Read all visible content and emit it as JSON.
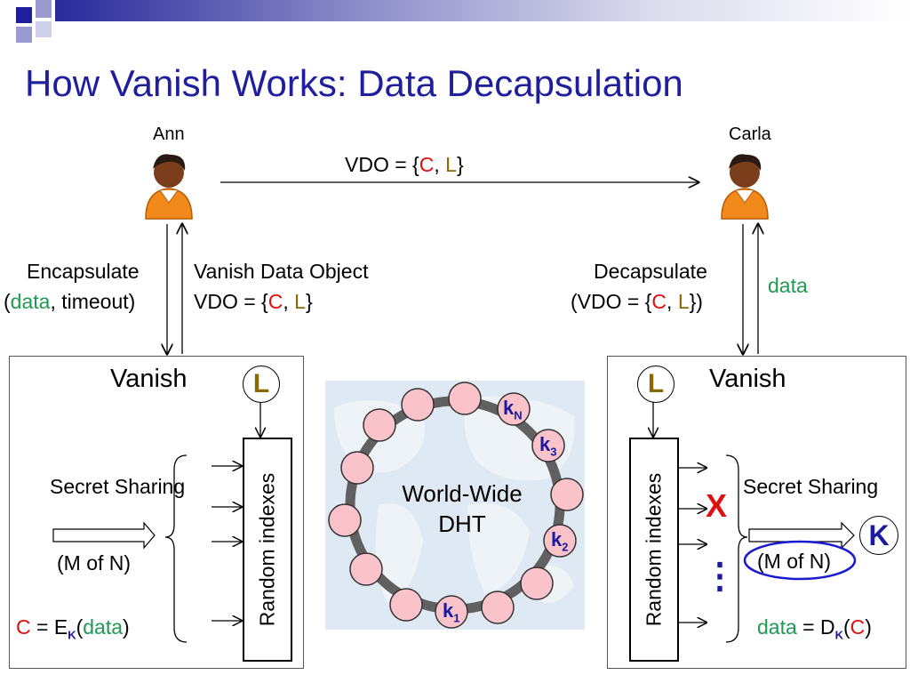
{
  "title": "How Vanish Works: Data Decapsulation",
  "people": {
    "left": "Ann",
    "right": "Carla"
  },
  "vdo_top": {
    "prefix": "VDO = {",
    "c": "C",
    "sep": ", ",
    "l": "L",
    "suffix": "}"
  },
  "left_labels": {
    "encapsulate": "Encapsulate",
    "paren_open": "(",
    "data": "data",
    "rest": ", timeout)",
    "vdo_title": "Vanish Data Object",
    "vdo_prefix": "VDO = {",
    "vdo_c": "C",
    "vdo_sep": ", ",
    "vdo_l": "L",
    "vdo_suffix": "}"
  },
  "right_labels": {
    "decapsulate": "Decapsulate",
    "prefix": "(VDO = {",
    "c": "C",
    "sep": ", ",
    "l": "L",
    "suffix": "})",
    "data": "data"
  },
  "left_box": {
    "vanish": "Vanish",
    "L": "L",
    "random_indexes": "Random indexes",
    "secret_sharing": "Secret Sharing",
    "m_of_n": "(M of N)",
    "formula_c": "C",
    "formula_eq": " = E",
    "formula_k": "K",
    "formula_open": "(",
    "formula_data": "data",
    "formula_close": ")"
  },
  "right_box": {
    "vanish": "Vanish",
    "L": "L",
    "random_indexes": "Random indexes",
    "secret_sharing": "Secret Sharing",
    "m_of_n": "(M of N)",
    "x_mark": "X",
    "dots": "⋮",
    "K": "K",
    "formula_data": "data",
    "formula_eq": " = D",
    "formula_k": "K",
    "formula_open": "(",
    "formula_c": "C",
    "formula_close": ")"
  },
  "dht": {
    "label_line1": "World-Wide",
    "label_line2": "DHT",
    "nodes": [
      {
        "letter": "k",
        "sub": "N"
      },
      {
        "letter": "k",
        "sub": "3"
      },
      {
        "letter": "k",
        "sub": "2"
      },
      {
        "letter": "k",
        "sub": "1"
      }
    ]
  },
  "colors": {
    "title": "#1f1f9e",
    "red": "#e01010",
    "olive": "#8a6a00",
    "green": "#1e9a52",
    "blue": "#1a1aa0",
    "node_fill": "#f9c3c9"
  }
}
